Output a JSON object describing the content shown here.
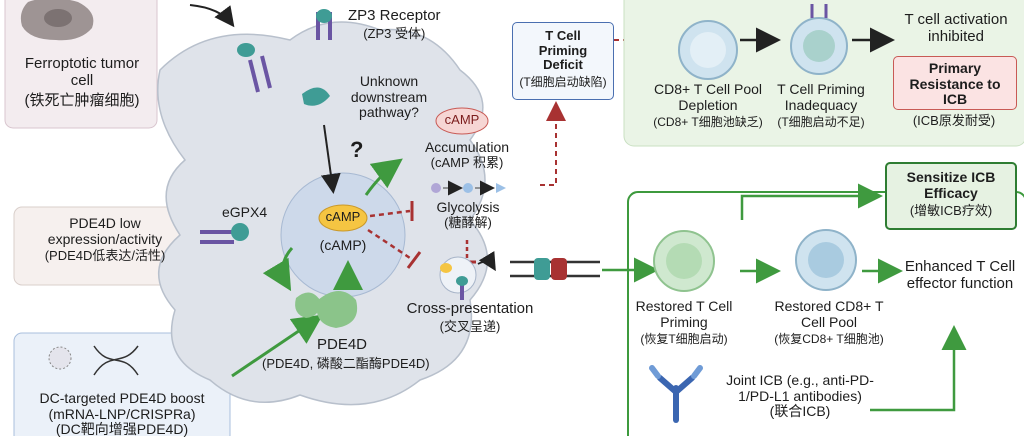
{
  "colors": {
    "cell_fill": "#dfe3ea",
    "nucleus_fill": "#cdd9ea",
    "panel_top_fill": "#eaf4e6",
    "panel_bottom_stroke": "#3d9a3d",
    "green_arrow": "#3f9a3f",
    "red_dashed": "#a83232",
    "camp_fill": "#f5c542",
    "pde4d_fill": "#8bc48a",
    "receptor_purple": "#6a55a3",
    "receptor_teal": "#3f9c95"
  },
  "labels": {
    "ferroptotic_en": "Ferroptotic tumor cell",
    "ferroptotic_zh": "(铁死亡肿瘤细胞)",
    "zp3_en": "ZP3 Receptor",
    "zp3_zh": "(ZP3 受体)",
    "unknown_pathway": "Unknown downstream pathway?",
    "question_mark": "?",
    "camp_badge": "cAMP",
    "accumulation_en": "Accumulation",
    "accumulation_zh": "(cAMP 积累)",
    "camp_center": "cAMP",
    "camp_center_paren": "(cAMP)",
    "glycolysis_en": "Glycolysis",
    "glycolysis_zh": "(糖酵解)",
    "egpx4": "eGPX4",
    "pde4d_low_en": "PDE4D low expression/activity",
    "pde4d_low_zh": "(PDE4D低表达/活性)",
    "pde4d_en": "PDE4D",
    "pde4d_zh": "(PDE4D, 磷酸二酯酶PDE4D)",
    "cross_presentation_en": "Cross-presentation",
    "cross_presentation_zh": "(交叉呈递)",
    "dc_boost_en": "DC-targeted PDE4D boost",
    "dc_boost_method": "(mRNA-LNP/CRISPRa)",
    "dc_boost_zh": "(DC靶向增强PDE4D)",
    "priming_deficit_en": "T Cell Priming Deficit",
    "priming_deficit_zh": "(T细胞启动缺陷)",
    "pool_depletion_en": "CD8+ T Cell Pool Depletion",
    "pool_depletion_zh": "(CD8+ T细胞池缺乏)",
    "priming_inadequacy_en": "T Cell Priming Inadequacy",
    "priming_inadequacy_zh": "(T细胞启动不足)",
    "activation_inhibited": "T cell activation inhibited",
    "primary_resistance_en": "Primary Resistance to ICB",
    "primary_resistance_zh": "(ICB原发耐受)",
    "sensitize_en": "Sensitize ICB Efficacy",
    "sensitize_zh": "(增敏ICB疗效)",
    "restored_priming_en": "Restored T Cell Priming",
    "restored_priming_zh": "(恢复T细胞启动)",
    "restored_pool_en": "Restored CD8+ T Cell Pool",
    "restored_pool_zh": "(恢复CD8+ T细胞池)",
    "enhanced_effector": "Enhanced T Cell effector function",
    "joint_icb_en": "Joint ICB (e.g., anti-PD-1/PD-L1 antibodies)",
    "joint_icb_zh": "(联合ICB)"
  }
}
